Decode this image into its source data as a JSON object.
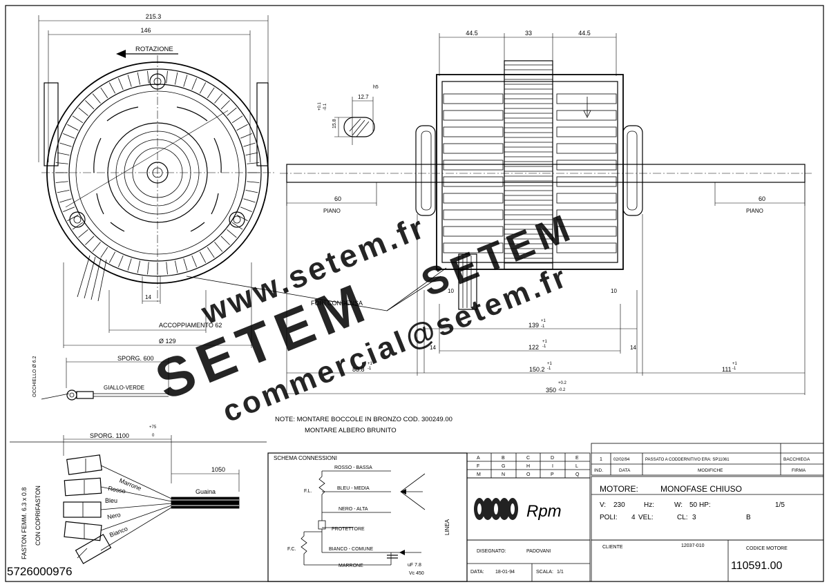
{
  "serial": "5726000976",
  "front_view": {
    "overall_width": "215.3",
    "inner_width": "146",
    "rotation_label": "ROTAZIONE",
    "bottom_dim": "14",
    "coupling_label": "ACCOPPIAMENTO",
    "coupling_value": "62",
    "diameter_label": "Ø 129",
    "drain_label": "FORI CONDENSA"
  },
  "shaft_detail": {
    "tol": "h5",
    "width": "12.7",
    "height": "15.8",
    "tol_plus": "+0.1",
    "tol_minus": "-0.1"
  },
  "side_view": {
    "top_dims": [
      "44.5",
      "33",
      "44.5"
    ],
    "plane_label": "PIANO",
    "plane_left": "60",
    "plane_right": "60",
    "inner_left": "10",
    "inner_right": "10",
    "d139": "139",
    "d139_tol": "+1",
    "d139_tol2": "-1",
    "d122": "122",
    "d122_tol": "+1",
    "d122_tol2": "-1",
    "d14_left": "14",
    "d14_right": "14",
    "d88": "88.8",
    "d150": "150.2",
    "d111": "111",
    "d350": "350",
    "tol_p1": "+1",
    "tol_m1": "-1",
    "tol_p02": "+0.2",
    "tol_m02": "-0.2"
  },
  "earth_lead": {
    "eyelet_label": "OCCHIELLO Ø 6.2",
    "length_label": "SPORG. 600",
    "wire_label": "GIALLO-VERDE"
  },
  "notes": {
    "line1": "NOTE: MONTARE BOCCOLE IN BRONZO COD. 300249.00",
    "line2": "MONTARE ALBERO BRUNITO"
  },
  "leads": {
    "length_label": "SPORG. 1100",
    "length_tol_plus": "+75",
    "length_tol_minus": "0",
    "sheath_length": "1050",
    "sheath_label": "Guaina",
    "faston_label1": "FASTON FEMM. 6.3 x 0.8",
    "faston_label2": "CON COPRIFASTON",
    "wires": [
      "Marrone",
      "Rosso",
      "Bleu",
      "Nero",
      "Bianco"
    ]
  },
  "schema": {
    "title": "SCHEMA CONNESSIONI",
    "rows": [
      "ROSSO - BASSA",
      "BLEU - MEDIA",
      "NERO - ALTA",
      "PROTETTORE",
      "BIANCO - COMUNE",
      "MARRONE"
    ],
    "fl": "F.L.",
    "fc": "F.C.",
    "linea": "LINEA",
    "cap_uf": "uF 7.8",
    "cap_v": "Vc 450"
  },
  "grid": {
    "row1": [
      "A",
      "B",
      "C",
      "D",
      "E"
    ],
    "row2": [
      "F",
      "G",
      "H",
      "I",
      "L"
    ],
    "row3": [
      "M",
      "N",
      "O",
      "P",
      "Q"
    ]
  },
  "revision": {
    "num": "1",
    "date": "02/02/94",
    "text": "PASSATO A CODDERNITIVO ERA: SP11061",
    "sign": "BACCHIEGA",
    "h_ind": "IND.",
    "h_data": "DATA",
    "h_modifiche": "MODIFICHE",
    "h_firma": "FIRMA"
  },
  "logo": "Rpm",
  "title_block": {
    "motore_label": "MOTORE:",
    "motore_value": "MONOFASE CHIUSO",
    "v_label": "V:",
    "v_value": "230",
    "hz_label": "Hz:",
    "w_label": "W:",
    "w_value": "50",
    "hp_label": "HP:",
    "hp_value": "1/5",
    "poli_label": "POLI:",
    "poli_value": "4",
    "vel_label": "VEL:",
    "cl_label": "CL:",
    "cl_value": "3",
    "class_value": "B",
    "cliente_label": "CLIENTE",
    "cliente_value": "12037-010",
    "codice_label": "CODICE MOTORE",
    "codice_value": "110591.00",
    "disegnato_label": "DISEGNATO:",
    "disegnato_value": "PADOVANI",
    "data_label": "DATA:",
    "data_value": "18-01-94",
    "scala_label": "SCALA:",
    "scala_value": "1/1"
  },
  "watermarks": [
    "www.setem.fr",
    "SETEM",
    "SETEM",
    "commercial@setem.fr"
  ]
}
